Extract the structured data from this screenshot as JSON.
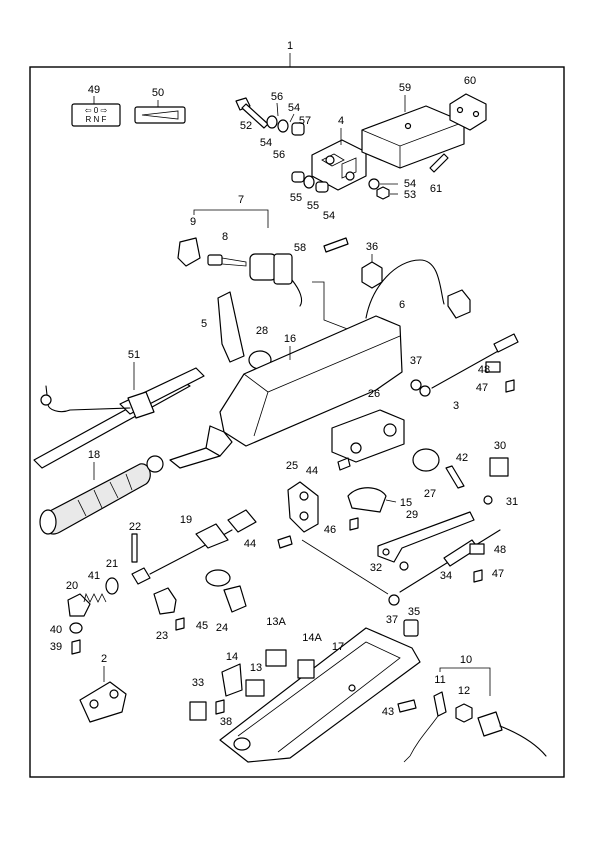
{
  "diagram": {
    "callouts": {
      "c1": "1",
      "c2": "2",
      "c3": "3",
      "c4": "4",
      "c5": "5",
      "c6": "6",
      "c7": "7",
      "c8": "8",
      "c9": "9",
      "c10": "10",
      "c11": "11",
      "c12": "12",
      "c13": "13",
      "c13a": "13A",
      "c14": "14",
      "c14a": "14A",
      "c15": "15",
      "c16": "16",
      "c17": "17",
      "c18": "18",
      "c19": "19",
      "c20": "20",
      "c21": "21",
      "c22": "22",
      "c23": "23",
      "c24": "24",
      "c25": "25",
      "c26": "26",
      "c27": "27",
      "c28": "28",
      "c29": "29",
      "c30": "30",
      "c31": "31",
      "c32": "32",
      "c33": "33",
      "c34": "34",
      "c35": "35",
      "c36": "36",
      "c37a": "37",
      "c37b": "37",
      "c38": "38",
      "c39": "39",
      "c40": "40",
      "c41": "41",
      "c42": "42",
      "c43": "43",
      "c44a": "44",
      "c44b": "44",
      "c45": "45",
      "c46": "46",
      "c47a": "47",
      "c47b": "47",
      "c48a": "48",
      "c48b": "48",
      "c49": "49",
      "c50": "50",
      "c51": "51",
      "c52": "52",
      "c53": "53",
      "c54a": "54",
      "c54b": "54",
      "c54c": "54",
      "c54d": "54",
      "c55": "55",
      "c55b": "55",
      "c56a": "56",
      "c56b": "56",
      "c57": "57",
      "c58": "58",
      "c59": "59",
      "c60": "60",
      "c61": "61"
    },
    "decal": {
      "row1": "⇦ 0 ⇨",
      "row2": "R N F"
    }
  }
}
